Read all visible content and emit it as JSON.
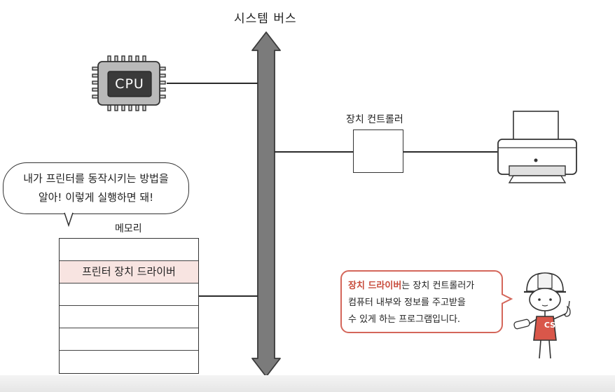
{
  "title": "시스템 버스",
  "cpu": {
    "label": "CPU"
  },
  "controller": {
    "label": "장치 컨트롤러"
  },
  "speech_bubble": {
    "line1": "내가 프린터를 동작시키는 방법을",
    "line2": "알아! 이렇게 실행하면 돼!"
  },
  "memory": {
    "label": "메모리",
    "rows": [
      "",
      "프린터 장치 드라이버",
      "",
      "",
      "",
      "",
      ""
    ]
  },
  "info": {
    "highlight": "장치 드라이버",
    "line1_rest": "는 장치 컨트롤러가",
    "line2": "컴퓨터 내부와 정보를 주고받을",
    "line3": "수 있게 하는 프로그램입니다."
  },
  "character": {
    "badge": "CS"
  },
  "colors": {
    "bus_fill": "#7b7b7b",
    "cpu_fill": "#b9b9b9",
    "cpu_inner": "#3a3a3a",
    "accent": "#d4665a",
    "memory_highlight": "#f8e4e1"
  }
}
